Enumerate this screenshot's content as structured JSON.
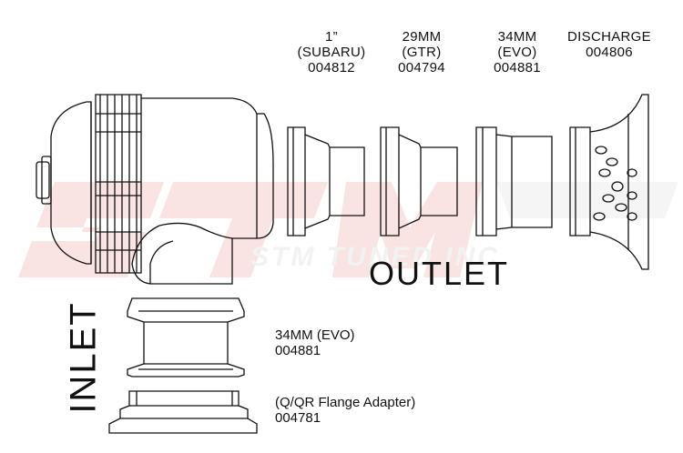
{
  "watermark": {
    "text": "STM TUNED INC"
  },
  "outlet": {
    "title": "OUTLET",
    "parts": [
      {
        "line1": "1”",
        "line2": "(SUBARU)",
        "part_no": "004812"
      },
      {
        "line1": "29MM",
        "line2": "(GTR)",
        "part_no": "004794"
      },
      {
        "line1": "34MM",
        "line2": "(EVO)",
        "part_no": "004881"
      },
      {
        "line1": "DISCHARGE",
        "line2": "",
        "part_no": "004806"
      }
    ]
  },
  "inlet": {
    "title": "INLET",
    "parts": [
      {
        "name": "34MM (EVO)",
        "part_no": "004881"
      },
      {
        "name": "(Q/QR Flange Adapter)",
        "part_no": "004781"
      }
    ]
  },
  "colors": {
    "line": "#111111",
    "watermark": "#f0f0f0",
    "watermark_accent": "#f7dada"
  }
}
